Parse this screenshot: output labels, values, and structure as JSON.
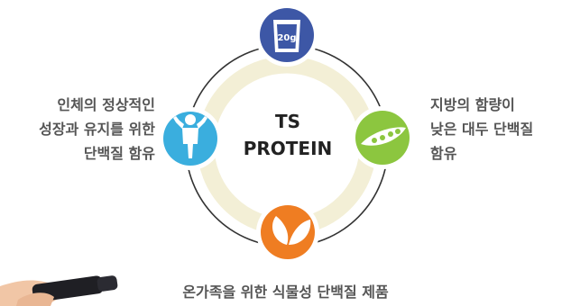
{
  "center": {
    "title_line1": "TS",
    "title_line2": "PROTEIN"
  },
  "nodes": {
    "top": {
      "icon": "measuring-cup-icon",
      "badge": "20g",
      "color": "#3d57a6"
    },
    "left": {
      "icon": "person-icon",
      "color": "#3aaede",
      "lines": [
        "인체의 정상적인",
        "성장과 유지를 위한",
        "단백질 함유"
      ]
    },
    "right": {
      "icon": "peapod-icon",
      "color": "#8cc63f",
      "lines": [
        "지방의 함량이",
        "낮은 대두 단백질",
        "함유"
      ]
    },
    "bottom": {
      "icon": "leaves-icon",
      "color": "#ef7d22",
      "text": "온가족을 위한 식물성 단백질 제품"
    }
  },
  "colors": {
    "ring_fill": "#f3efd6",
    "outline": "#333333"
  }
}
